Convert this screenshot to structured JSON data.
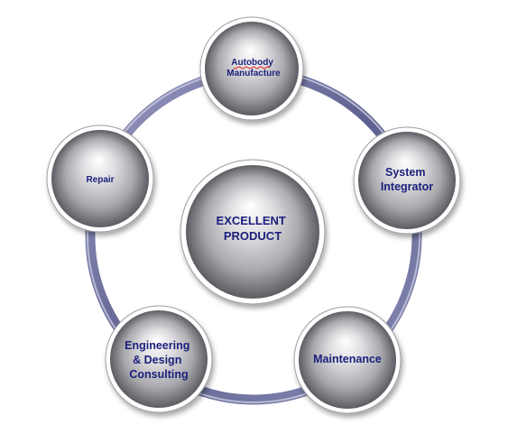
{
  "diagram": {
    "center": {
      "lines": [
        "EXCELLENT",
        "PRODUCT"
      ]
    },
    "nodes": [
      {
        "id": "autobody",
        "lines": [
          "Autobody",
          "Manufacture"
        ]
      },
      {
        "id": "system",
        "lines": [
          "System",
          "Integrator"
        ]
      },
      {
        "id": "maintenance",
        "lines": [
          "Maintenance"
        ]
      },
      {
        "id": "engineering",
        "lines": [
          "Engineering",
          "& Design",
          "Consulting"
        ]
      },
      {
        "id": "repair",
        "lines": [
          "Repair"
        ]
      }
    ]
  },
  "colors": {
    "ring": "#6a6c9a",
    "text": "#1b1f7a",
    "sphere_light": "#ffffff",
    "sphere_mid": "#b4b4b9",
    "sphere_dark": "#5c5c62"
  }
}
